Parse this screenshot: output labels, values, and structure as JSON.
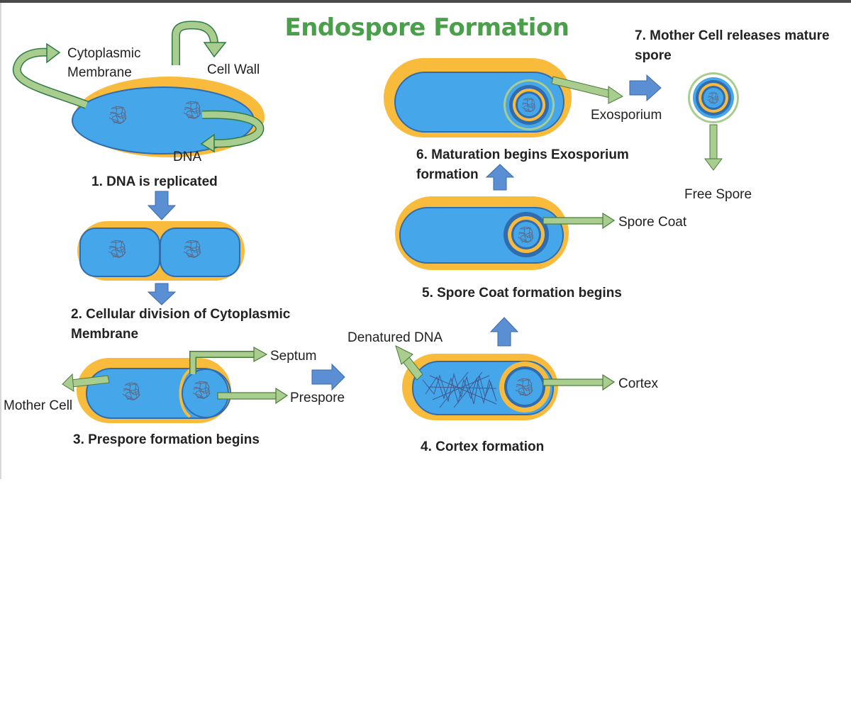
{
  "title": "Endospore Formation",
  "colors": {
    "cell_wall": "#f9bb3b",
    "cytoplasm": "#45a6ea",
    "membrane": "#2f6cb0",
    "arrow_green": "#a9cd8e",
    "arrow_blue": "#5b8fd4",
    "title_green": "#4aa04a"
  },
  "labels": {
    "cytoplasmic_membrane_1": "Cytoplasmic",
    "cytoplasmic_membrane_2": "Membrane",
    "cell_wall": "Cell Wall",
    "dna": "DNA",
    "septum": "Septum",
    "prespore": "Prespore",
    "mother_cell": "Mother Cell",
    "denatured_dna": "Denatured DNA",
    "cortex": "Cortex",
    "spore_coat": "Spore Coat",
    "exosporium": "Exosporium",
    "free_spore": "Free Spore"
  },
  "steps": {
    "s1": "1. DNA is replicated",
    "s2_line1": "2. Cellular division of Cytoplasmic",
    "s2_line2": "Membrane",
    "s3": "3. Prespore formation begins",
    "s4": "4. Cortex formation",
    "s5": "5. Spore Coat formation begins",
    "s6_line1": "6. Maturation begins Exosporium",
    "s6_line2": "formation",
    "s7_line1": "7. Mother Cell releases mature",
    "s7_line2": "spore"
  }
}
